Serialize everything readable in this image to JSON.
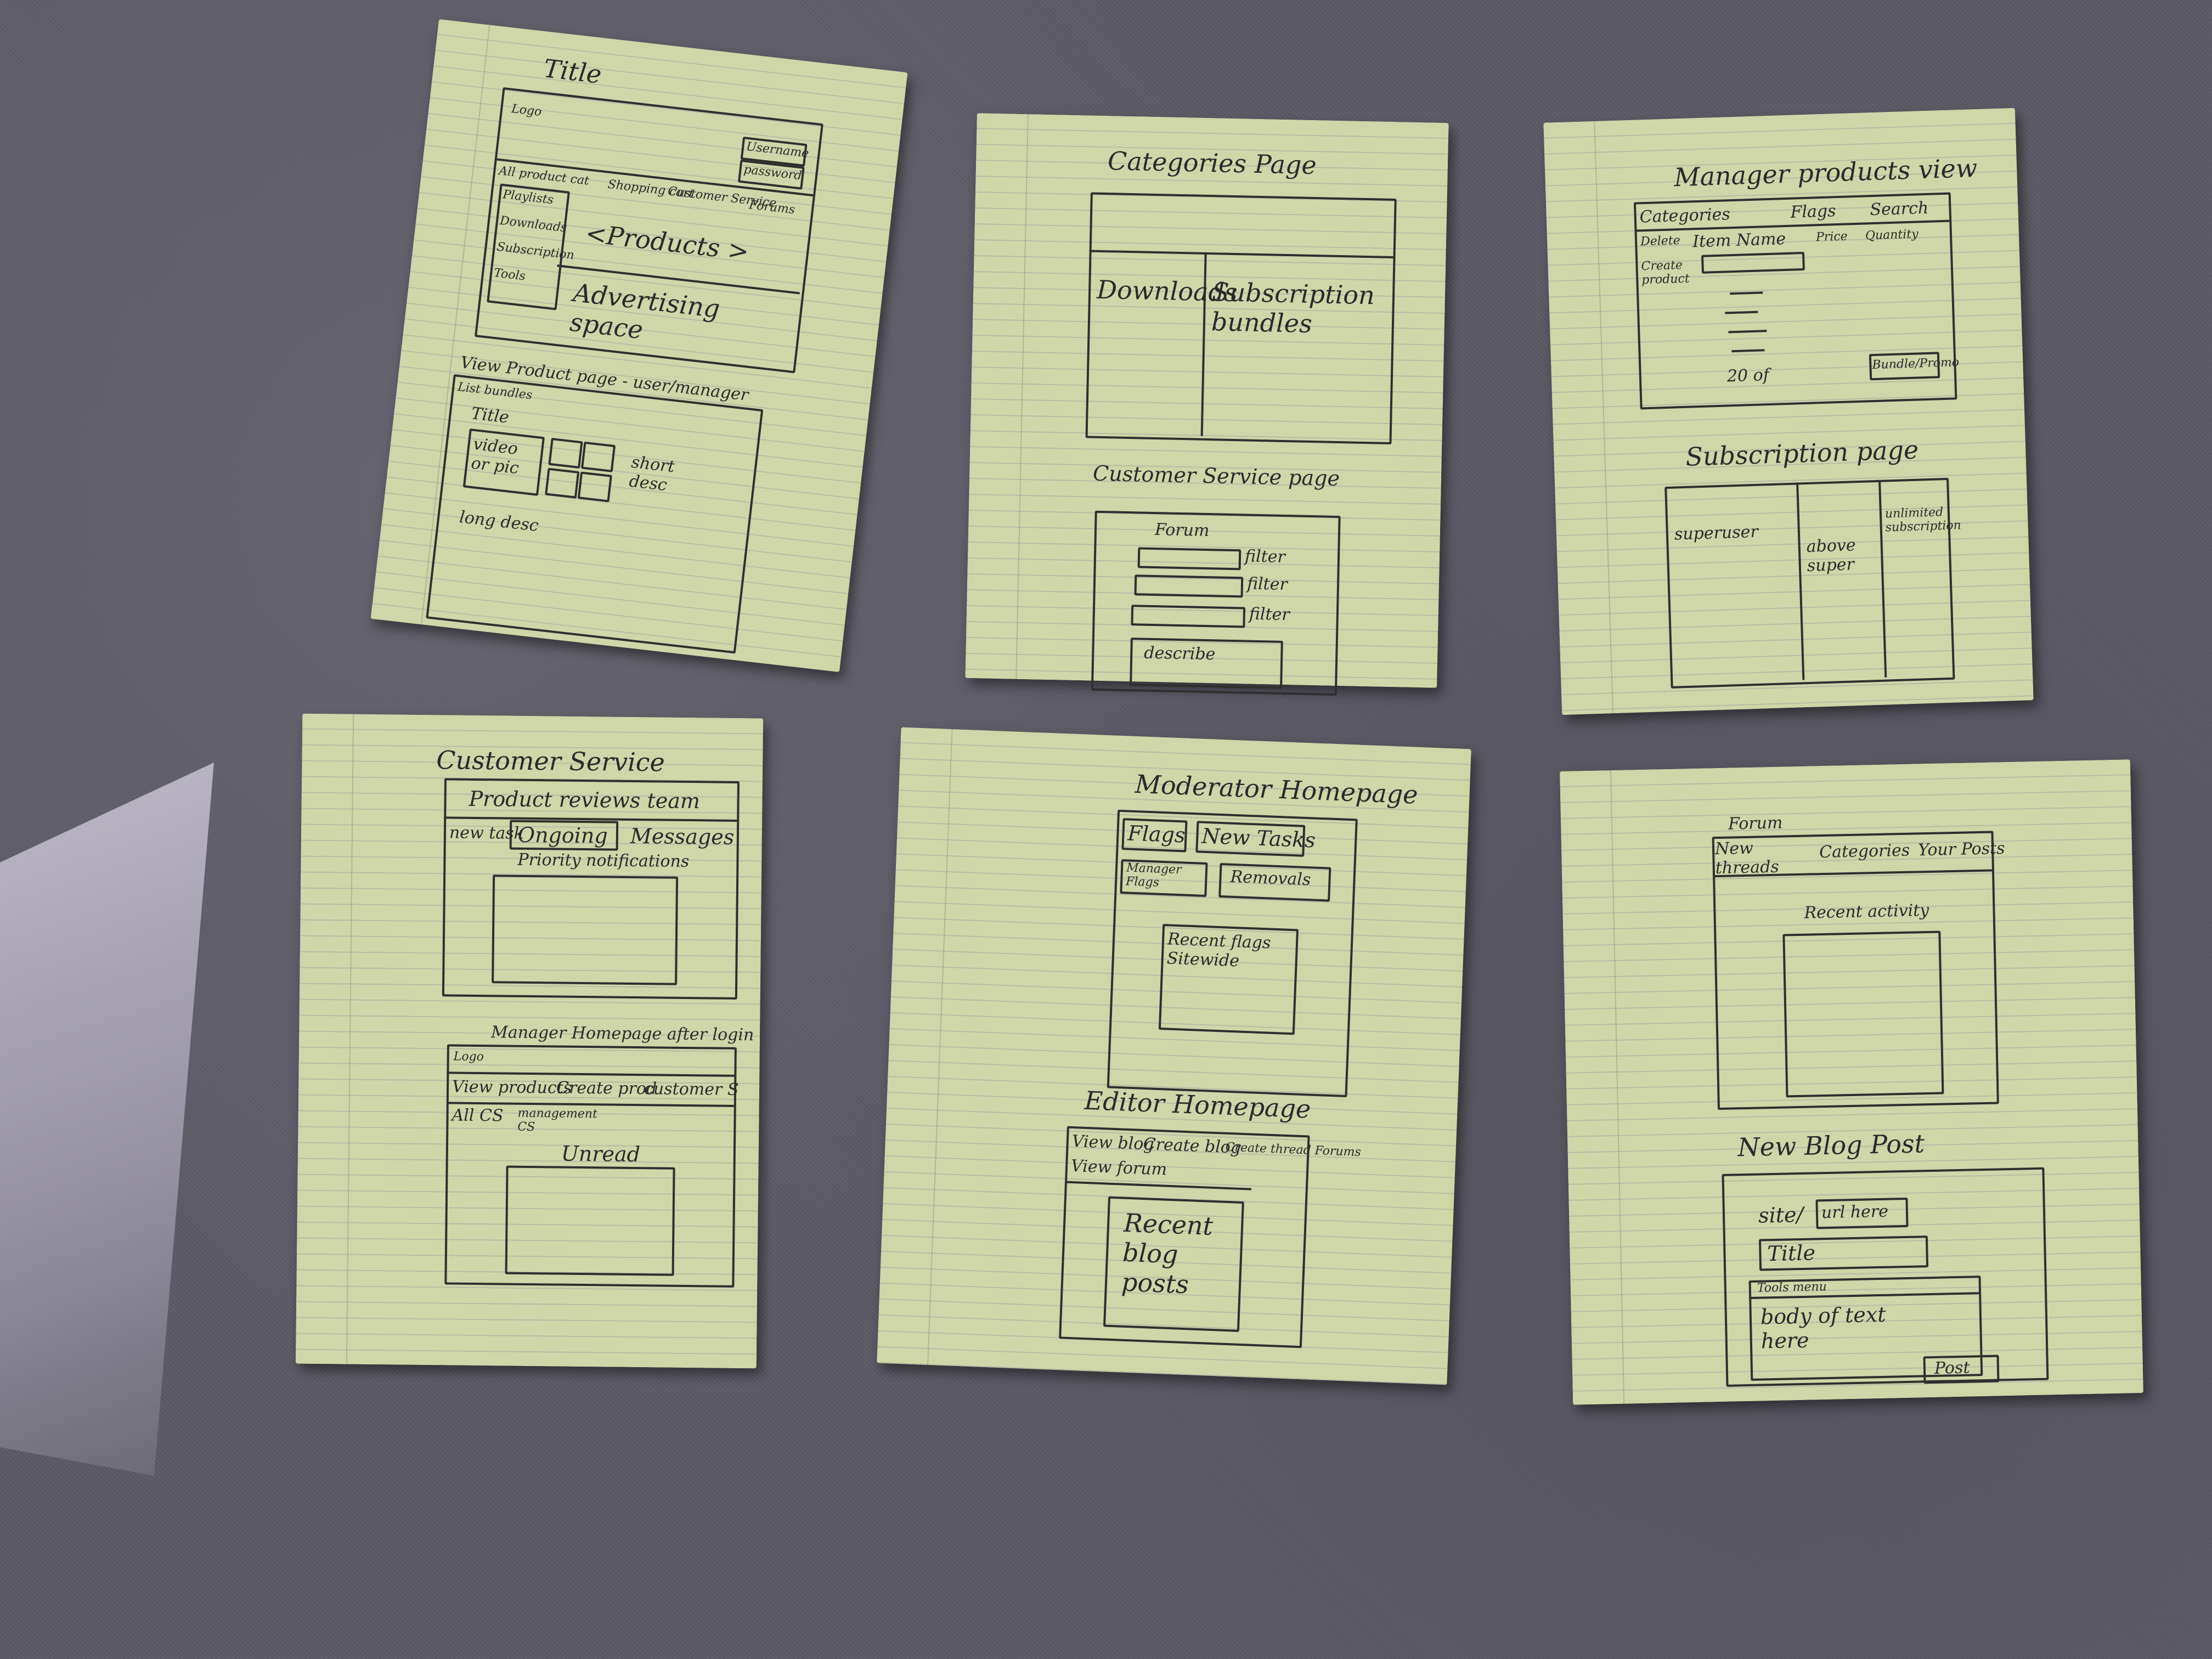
{
  "sheets": {
    "home": {
      "title": "Title",
      "logo": "Logo",
      "username": "Username",
      "password": "password",
      "all_products": "All product cat",
      "shopping": "Shopping cart",
      "customer_service": "Customer Service",
      "forums": "Forums",
      "side_items": [
        "Playlists",
        "Downloads",
        "Subscription",
        "Tools"
      ],
      "products": "<Products >",
      "advertising": "Advertising space",
      "product_page": "View Product page - user/manager",
      "list_bundles": "List bundles",
      "video": "video or pic",
      "short_desc": "short desc",
      "long_desc": "long desc"
    },
    "categories": {
      "title": "Categories Page",
      "left": "Downloads",
      "right": "Subscription bundles",
      "cs_title": "Customer Service page",
      "forum": "Forum",
      "filters": [
        "filter",
        "filter",
        "filter"
      ],
      "describe": "describe"
    },
    "manager_products": {
      "title": "Manager products view",
      "tabs": [
        "Categories",
        "Flags",
        "Search"
      ],
      "cols": [
        "Delete",
        "Item Name",
        "Price",
        "Quantity"
      ],
      "create": "Create product",
      "count": "20 of",
      "btn": "Bundle/Promo",
      "sub_title": "Subscription page",
      "plans": [
        "superuser",
        "above super",
        "unlimited subscription"
      ]
    },
    "customer_service": {
      "title": "Customer Service",
      "team": "Product reviews team",
      "tabs": [
        "new task",
        "Ongoing",
        "Messages"
      ],
      "priority": "Priority notifications",
      "mgr_title": "Manager Homepage after login",
      "logo": "Logo",
      "tabs2": [
        "View products",
        "Create prod",
        "customer S"
      ],
      "row2": [
        "All CS",
        "management CS"
      ],
      "unread": "Unread"
    },
    "moderator": {
      "title": "Moderator Homepage",
      "flags": "Flags",
      "new_tasks": "New Tasks",
      "manager_flags": "Manager Flags",
      "removals": "Removals",
      "recent": "Recent flags Sitewide",
      "ed_title": "Editor Homepage",
      "ed_tabs": [
        "View blog",
        "Create blog",
        "Create thread Forums"
      ],
      "view_forum": "View forum",
      "recent_blog": "Recent blog posts"
    },
    "forum": {
      "title": "Forum",
      "tabs": [
        "New threads",
        "Categories",
        "Your Posts"
      ],
      "recent": "Recent activity",
      "blog_title": "New Blog Post",
      "site": "site/",
      "url": "url here",
      "post_title": "Title",
      "tools": "Tools menu",
      "body": "body of text here",
      "post": "Post"
    }
  }
}
